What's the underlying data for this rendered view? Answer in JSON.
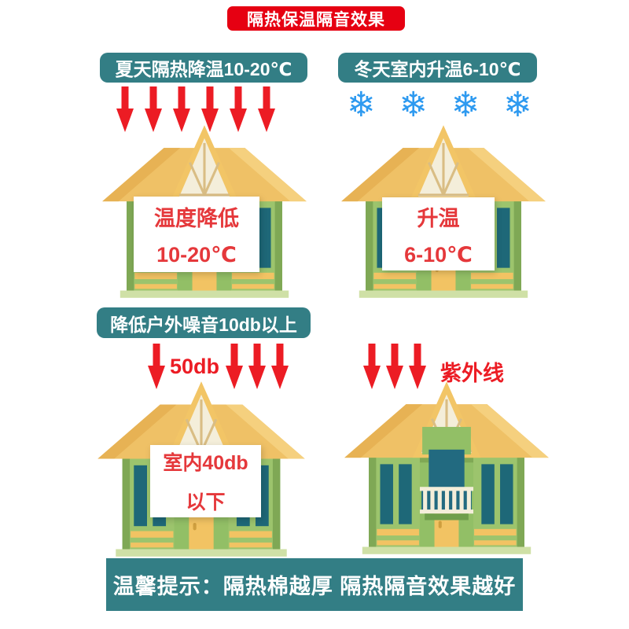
{
  "header": {
    "title": "隔热保温隔音效果"
  },
  "sections": {
    "summer": {
      "banner": "夏天隔热降温10-20℃",
      "arrow_count": 6,
      "label_line1": "温度降低",
      "label_line2": "10-20℃"
    },
    "winter": {
      "banner": "冬天室内升温6-10℃",
      "snowflake_count": 4,
      "label_line1": "升温",
      "label_line2": "6-10℃"
    },
    "noise": {
      "banner": "降低户外噪音10db以上",
      "outdoor_level": "50db",
      "arrows_before_count": 1,
      "arrows_after_count": 3,
      "label_line1": "室内40db",
      "label_line2": "以下"
    },
    "uv": {
      "arrow_count": 3,
      "annotation": "紫外线"
    }
  },
  "footer": {
    "tip": "温馨提示：隔热棉越厚 隔热隔音效果越好"
  },
  "icons": {
    "snowflake_glyph": "❄"
  },
  "colors": {
    "title_banner_red": "#e60012",
    "teal_banner": "#337e85",
    "arrow_red": "#ec1c24",
    "label_text_red": "#e5383b",
    "snowflake_blue": "#2e9af0",
    "roof_yellow": "#efc166",
    "wall_green": "#9cc46d",
    "window_teal": "#1e6878"
  }
}
